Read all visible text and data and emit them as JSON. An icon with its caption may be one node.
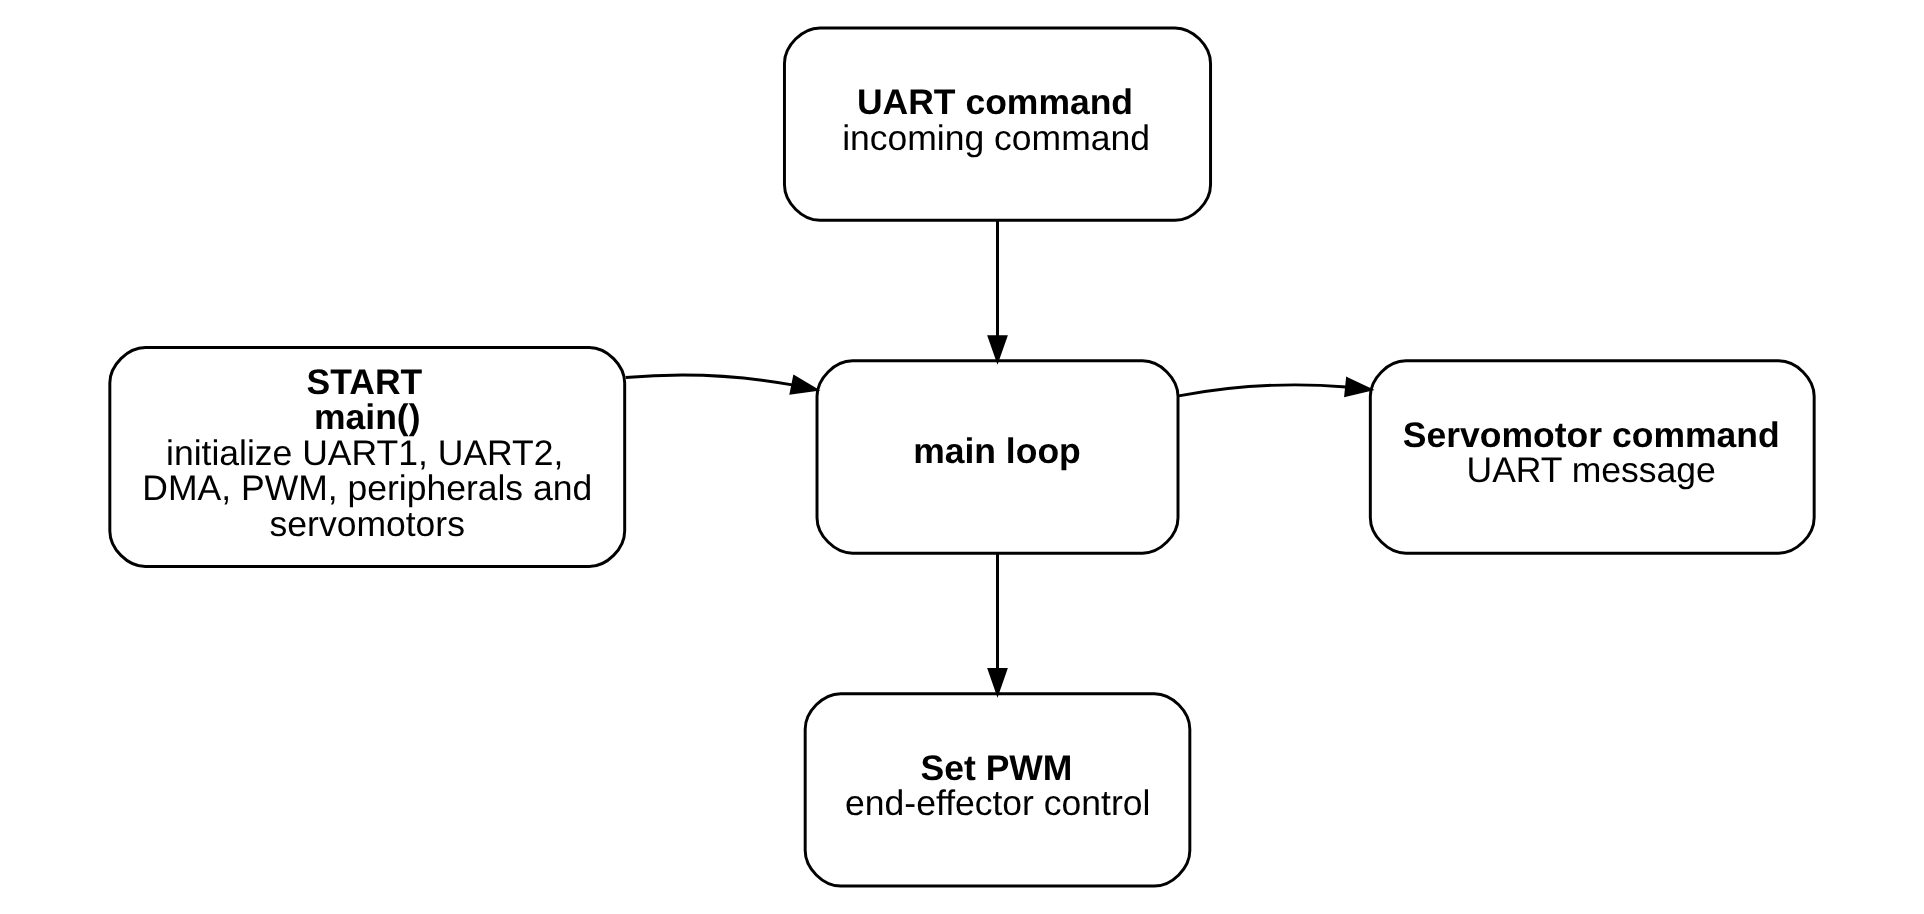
{
  "diagram": {
    "nodes": [
      {
        "text": [
          "UART command",
          "incoming command"
        ]
      },
      {
        "text": [
          "START",
          "main()",
          "initialize UART1, UART2, DMA, PWM, peripherals and servomotors"
        ]
      },
      {
        "text": [
          "main loop"
        ]
      },
      {
        "text": [
          "Servomotor command",
          "UART message"
        ]
      },
      {
        "text": [
          "Set PWM",
          "end-effector control"
        ]
      }
    ],
    "edges": [
      {
        "from": 0,
        "to": 2,
        "arrow": "to"
      },
      {
        "from": 1,
        "to": 2,
        "arrow": "to"
      },
      {
        "from": 2,
        "to": 3,
        "arrow": "to"
      },
      {
        "from": 2,
        "to": 4,
        "arrow": "to"
      }
    ]
  }
}
